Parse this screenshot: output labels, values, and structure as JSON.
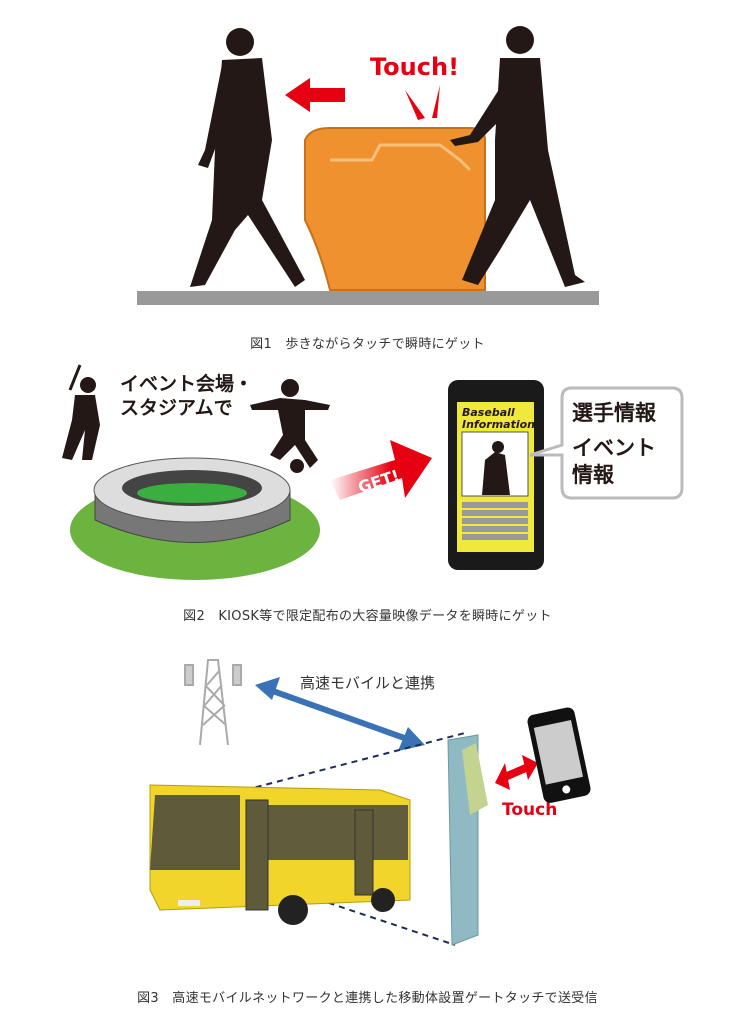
{
  "figures": [
    {
      "caption": "図1　歩きながらタッチで瞬時にゲット",
      "labels": {
        "touch": "Touch!"
      },
      "colors": {
        "kiosk": "#ee912e",
        "arrow": "#e60012",
        "ground": "#999999"
      }
    },
    {
      "caption": "図2　KIOSK等で限定配布の大容量映像データを瞬時にゲット",
      "labels": {
        "venue_line1": "イベント会場・",
        "venue_line2": "スタジアムで",
        "get": "GET!",
        "screen_title_line1": "Baseball",
        "screen_title_line2": "Information",
        "bubble_line1": "選手情報",
        "bubble_line2": "イベント",
        "bubble_line3": "情報"
      },
      "colors": {
        "screen": "#f0e83a",
        "field": "#6cb33f",
        "arrow": "#e60012"
      }
    },
    {
      "caption": "図3　高速モバイルネットワークと連携した移動体設置ゲートタッチで送受信",
      "labels": {
        "network": "高速モバイルと連携",
        "touch": "Touch"
      },
      "colors": {
        "bus": "#f2d52a",
        "arrow_blue": "#3a72b5",
        "arrow_red": "#e60012",
        "gate": "#8fbac4"
      }
    }
  ]
}
